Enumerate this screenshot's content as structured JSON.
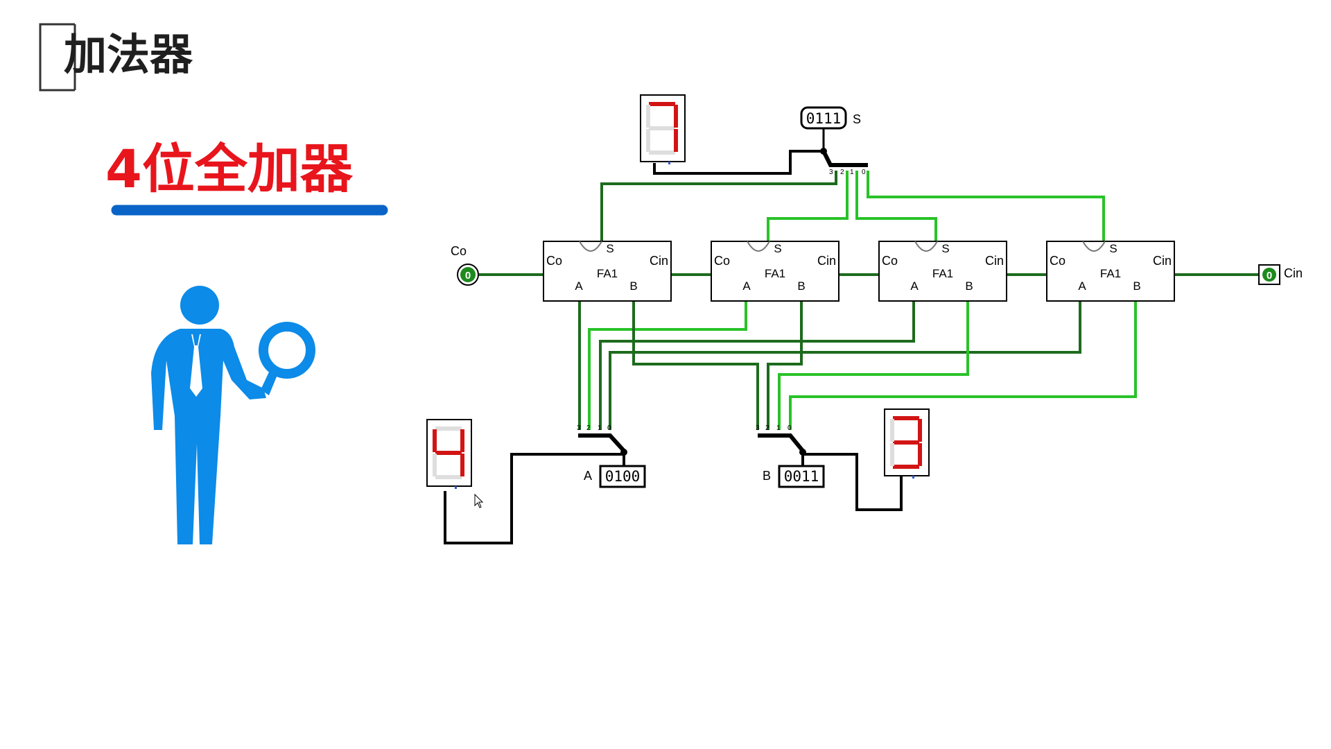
{
  "slide": {
    "title": "加法器",
    "subtitle": "4位全加器",
    "colors": {
      "title": "#1f1f1f",
      "subtitle": "#e8151c",
      "underline": "#0a64c8",
      "person": "#0c8be8",
      "wire_dark": "#1d6b1d",
      "wire_light": "#29c229",
      "wire_black": "#000000",
      "segment_on": "#d21414",
      "segment_off": "#dedede"
    }
  },
  "circuit": {
    "adders": [
      {
        "name": "FA1",
        "co": "Co",
        "cin": "Cin",
        "a": "A",
        "b": "B",
        "s": "S"
      },
      {
        "name": "FA1",
        "co": "Co",
        "cin": "Cin",
        "a": "A",
        "b": "B",
        "s": "S"
      },
      {
        "name": "FA1",
        "co": "Co",
        "cin": "Cin",
        "a": "A",
        "b": "B",
        "s": "S"
      },
      {
        "name": "FA1",
        "co": "Co",
        "cin": "Cin",
        "a": "A",
        "b": "B",
        "s": "S"
      }
    ],
    "co_pin": {
      "label": "Co",
      "value": "0"
    },
    "cin_pin": {
      "label": "Cin",
      "value": "0"
    },
    "output_s": {
      "label": "S",
      "value": "0111"
    },
    "input_a": {
      "label": "A",
      "value": "0100"
    },
    "input_b": {
      "label": "B",
      "value": "0011"
    },
    "display_s": {
      "digit": "7"
    },
    "display_a": {
      "digit": "4"
    },
    "display_b": {
      "digit": "3"
    },
    "splitter_bits": [
      "3",
      "2",
      "1",
      "0"
    ]
  }
}
